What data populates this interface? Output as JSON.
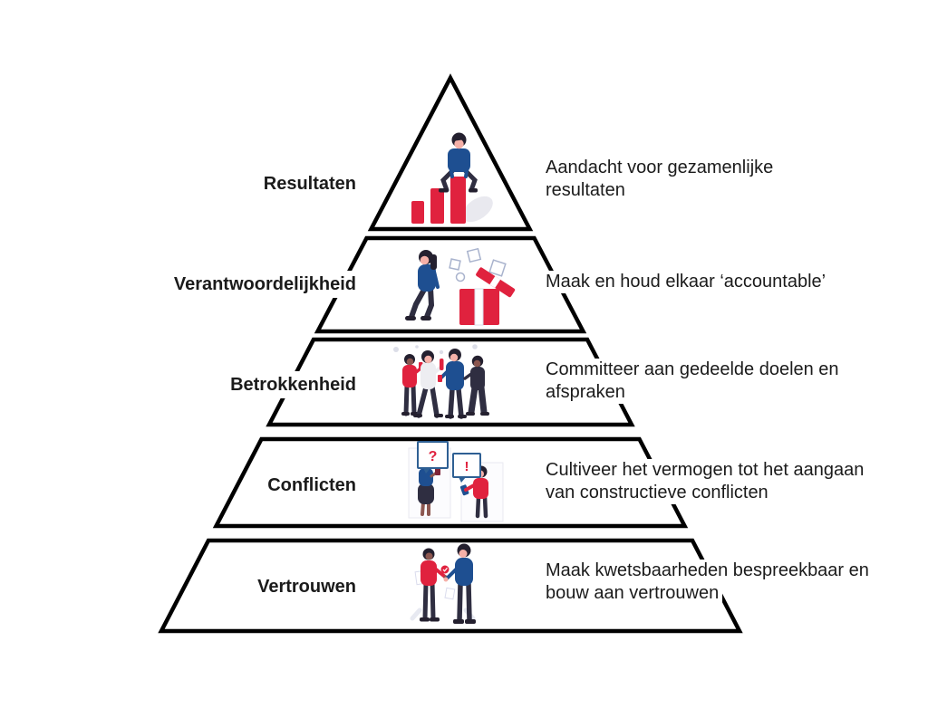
{
  "diagram": {
    "levels": [
      {
        "label": "Resultaten",
        "description_lines": [
          "Aandacht voor gezamenlijke",
          "resultaten"
        ],
        "illustration": "person-on-bar-chart"
      },
      {
        "label": "Verantwoordelijkheid",
        "description_lines": [
          "Maak en houd elkaar ‘accountable’"
        ],
        "illustration": "person-with-open-gift-box"
      },
      {
        "label": "Betrokkenheid",
        "description_lines": [
          "Committeer aan gedeelde doelen en",
          "afspraken"
        ],
        "illustration": "four-people-toasting"
      },
      {
        "label": "Conflicten",
        "description_lines": [
          "Cultiveer het vermogen tot het aangaan",
          "van constructieve conflicten"
        ],
        "illustration": "two-people-messaging",
        "bubble_question": "?",
        "bubble_exclamation": "!"
      },
      {
        "label": "Vertrouwen",
        "description_lines": [
          "Maak kwetsbaarheden bespreekbaar en",
          "bouw aan vertrouwen"
        ],
        "illustration": "two-people-handshake"
      }
    ],
    "palette": {
      "outline": "#000000",
      "text": "#1b1b1b",
      "red": "#e0223e",
      "blue": "#1e4f91",
      "navy": "#2f2e41",
      "hair": "#24202f",
      "skin_light": "#f5b0a8",
      "skin_dark": "#8c5750",
      "bubble_border": "#2e5f93",
      "soft_gray": "#e9e9ef"
    }
  }
}
